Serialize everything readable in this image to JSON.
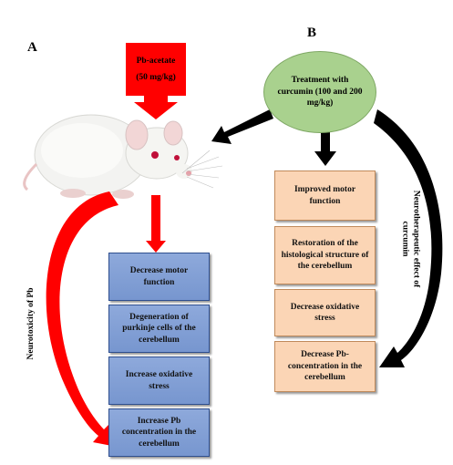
{
  "panels": {
    "a_label": "A",
    "b_label": "B"
  },
  "pb_box": {
    "line1": "Pb-acetate",
    "line2": "(50 mg/kg)"
  },
  "treatment": {
    "text": "Treatment with curcumin (100 and 200 mg/kg)"
  },
  "toxic_effects": [
    "Decrease motor function",
    "Degeneration of purkinje cells of the cerebellum",
    "Increase oxidative stress",
    "Increase Pb concentration in the cerebellum"
  ],
  "therapeutic_effects": [
    "Improved motor function",
    "Restoration of the histological structure of the cerebellum",
    "Decrease oxidative stress",
    "Decrease Pb-concentration in the cerebellum"
  ],
  "side_labels": {
    "neurotoxicity": "Neurotoxicity of Pb",
    "neurotherapeutic": "Neurotherapeutic effect of curcumin"
  },
  "colors": {
    "red": "#ff0000",
    "blue_box": "#8ea9db",
    "peach_box": "#fbd5b5",
    "green": "#a9d18e"
  }
}
